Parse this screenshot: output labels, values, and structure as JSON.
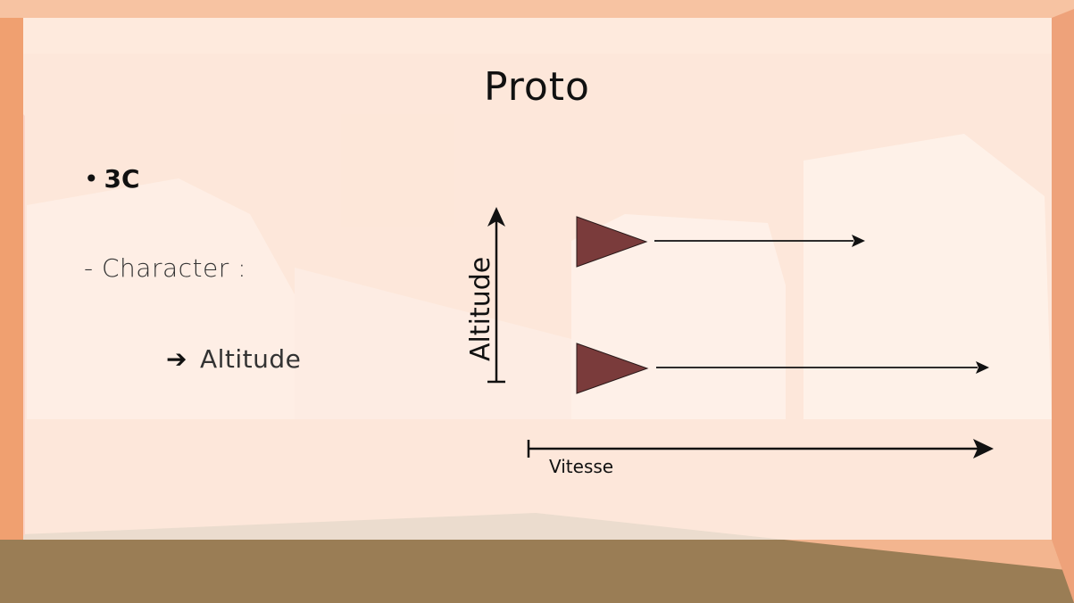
{
  "slide": {
    "title": "Proto",
    "bullet": "3C",
    "sub_item": "- Character :",
    "sub_sub_item": "Altitude"
  },
  "diagram": {
    "y_axis_label": "Altitude",
    "x_axis_label": "Vitesse",
    "marker_color": "#7a3b3b"
  },
  "icons": {
    "arrow": "right-arrow-icon"
  }
}
